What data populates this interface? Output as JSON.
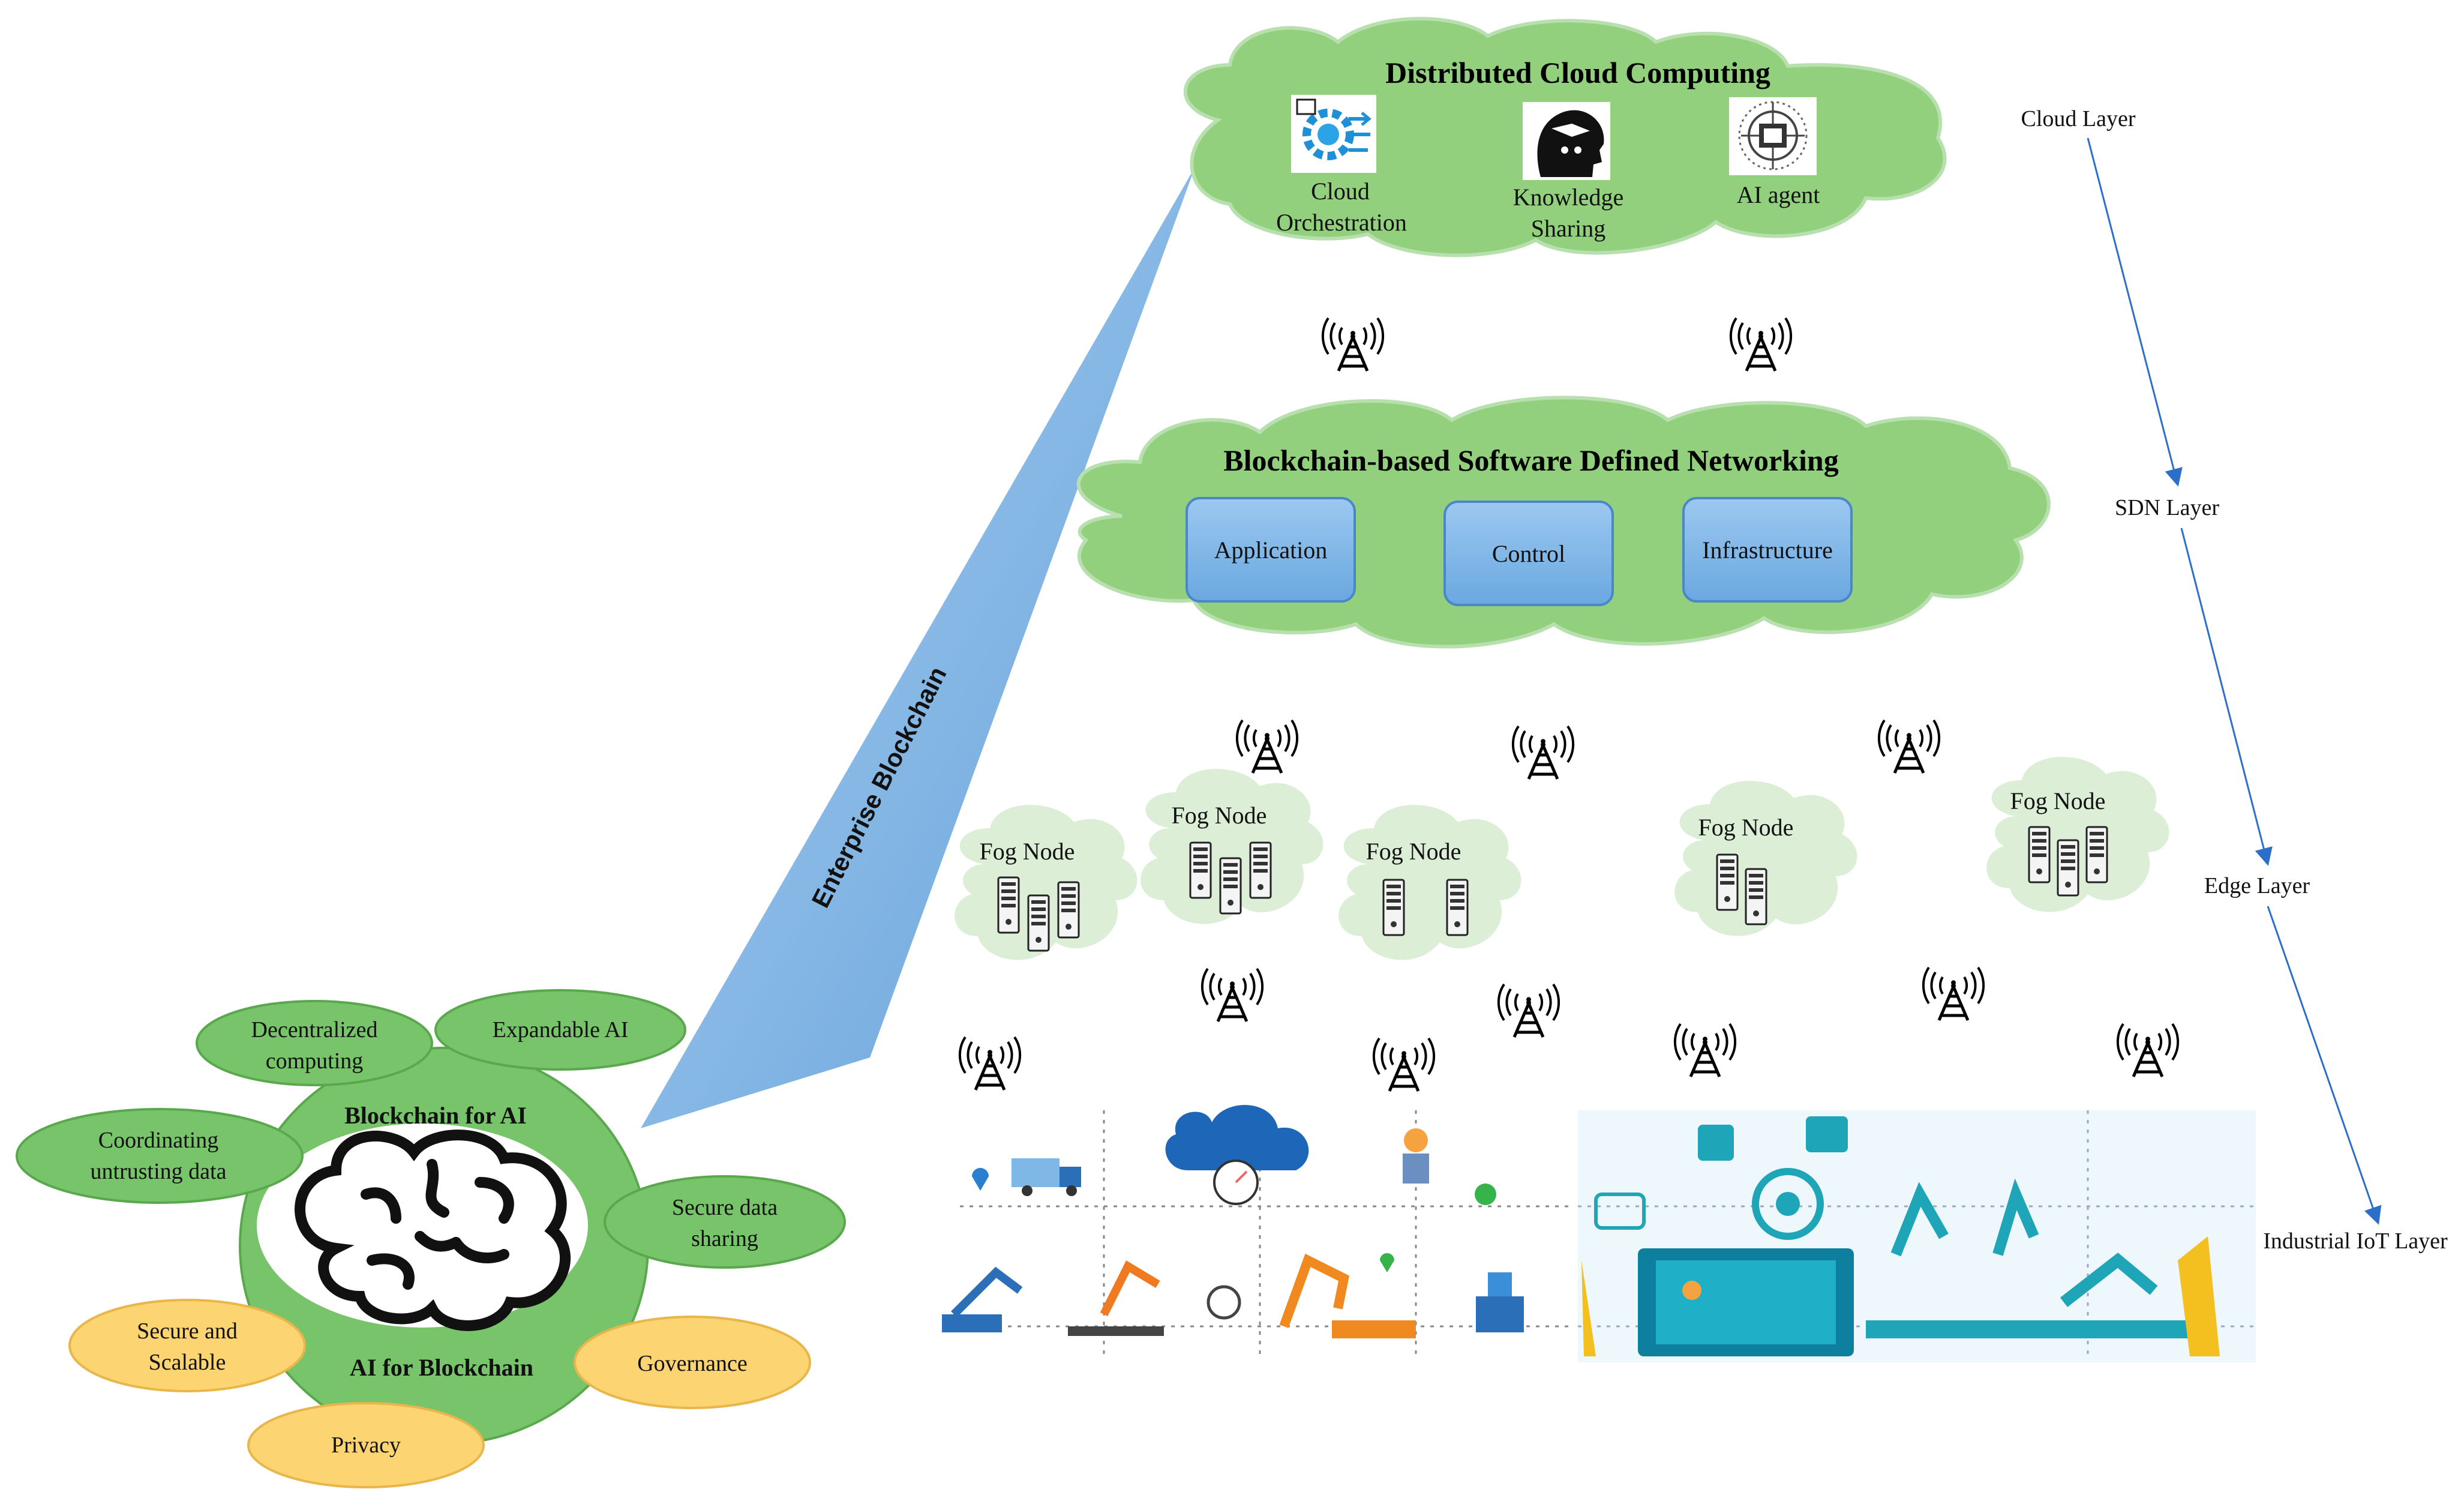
{
  "cloud_layer": {
    "title": "Distributed Cloud Computing",
    "items": [
      {
        "label_line1": "Cloud",
        "label_line2": "Orchestration",
        "icon": "cloud-orchestration-icon"
      },
      {
        "label_line1": "Knowledge",
        "label_line2": "Sharing",
        "icon": "knowledge-head-icon"
      },
      {
        "label_line1": "AI agent",
        "label_line2": "",
        "icon": "ai-chip-icon"
      }
    ]
  },
  "sdn_layer": {
    "title": "Blockchain-based Software Defined Networking",
    "boxes": [
      "Application",
      "Control",
      "Infrastructure"
    ]
  },
  "fog_nodes": [
    "Fog Node",
    "Fog Node",
    "Fog Node",
    "Fog Node",
    "Fog Node"
  ],
  "layers": [
    "Cloud Layer",
    "SDN Layer",
    "Edge Layer",
    "Industrial IoT Layer"
  ],
  "banner": "Enterprise Blockchain",
  "hub": {
    "top_label": "Blockchain for AI",
    "bottom_label": "AI for Blockchain",
    "green_petals": [
      {
        "line1": "Decentralized",
        "line2": "computing"
      },
      {
        "line1": "Expandable AI",
        "line2": ""
      },
      {
        "line1": "Coordinating",
        "line2": "untrusting data"
      },
      {
        "line1": "Secure data",
        "line2": "sharing"
      }
    ],
    "yellow_petals": [
      {
        "line1": "Secure and",
        "line2": "Scalable"
      },
      {
        "line1": "Governance",
        "line2": ""
      },
      {
        "line1": "Privacy",
        "line2": ""
      }
    ]
  },
  "colors": {
    "cloud_fill": "#92d07e",
    "cloud_stroke": "#b8dfae",
    "fog_fill": "#dcefd6",
    "sdn_box": "#7fb5e6",
    "banner": "#8cbde6",
    "hub_fill": "#78c46a",
    "petal_yellow": "#fcd472",
    "layer_arrow": "#2d6fc8"
  }
}
